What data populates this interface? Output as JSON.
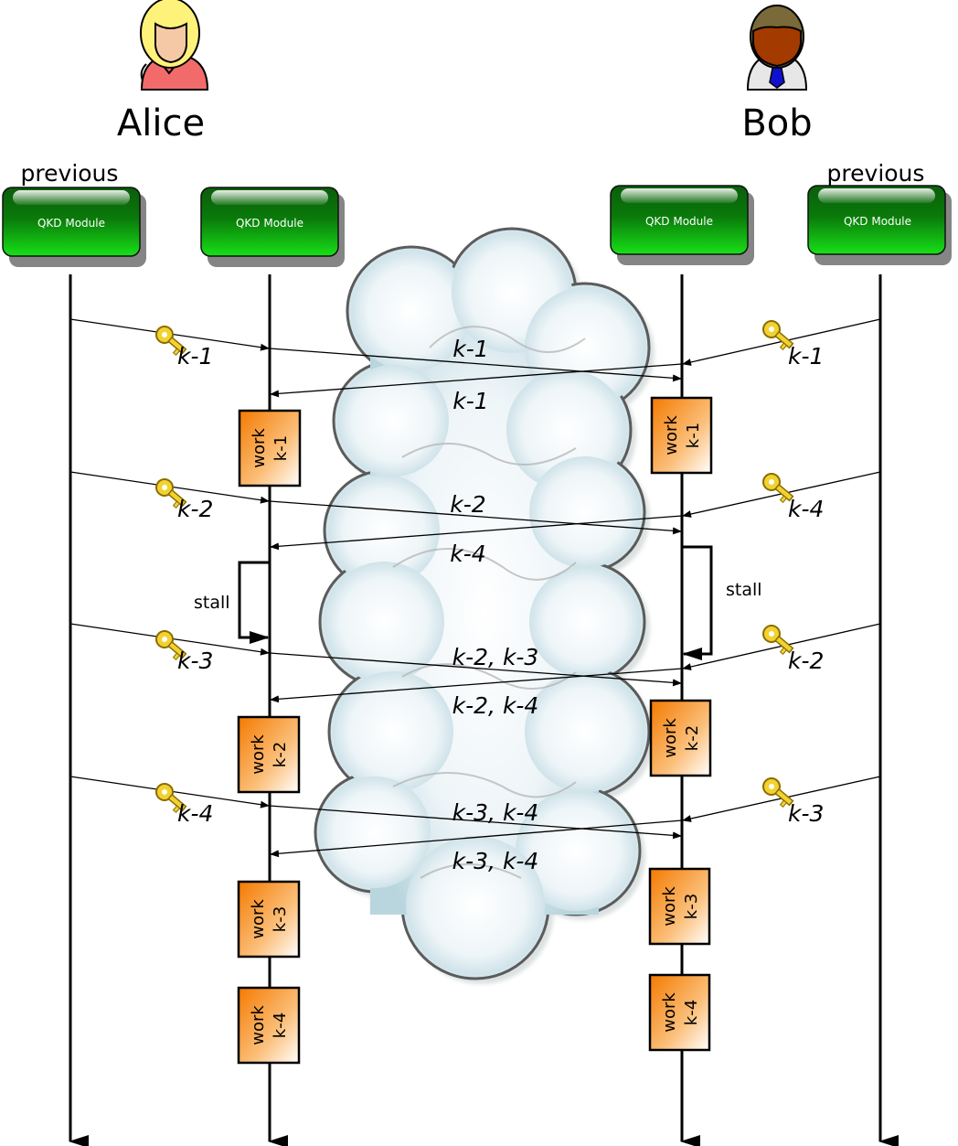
{
  "parties": {
    "alice": "Alice",
    "bob": "Bob"
  },
  "previous_label": "previous",
  "module_label": "QKD Module",
  "key_labels": {
    "alice": [
      "k-1",
      "k-2",
      "k-3",
      "k-4"
    ],
    "bob": [
      "k-1",
      "k-4",
      "k-2",
      "k-3"
    ]
  },
  "channel_labels": {
    "alice_to_bob": [
      "k-1",
      "k-2",
      "k-2, k-3",
      "k-3, k-4"
    ],
    "bob_to_alice": [
      "k-1",
      "k-4",
      "k-2, k-4",
      "k-3, k-4"
    ]
  },
  "work_boxes": {
    "alice": [
      {
        "word": "work",
        "key": "k-1"
      },
      {
        "word": "work",
        "key": "k-2"
      },
      {
        "word": "work",
        "key": "k-3"
      },
      {
        "word": "work",
        "key": "k-4"
      }
    ],
    "bob": [
      {
        "word": "work",
        "key": "k-1"
      },
      {
        "word": "work",
        "key": "k-2"
      },
      {
        "word": "work",
        "key": "k-3"
      },
      {
        "word": "work",
        "key": "k-4"
      }
    ]
  },
  "stall_label": "stall",
  "colors": {
    "module_green": "#0a9a0a",
    "work_orange": "#f7931e",
    "cloud": "#cfe3ea",
    "key_gold": "#e8c21a"
  }
}
